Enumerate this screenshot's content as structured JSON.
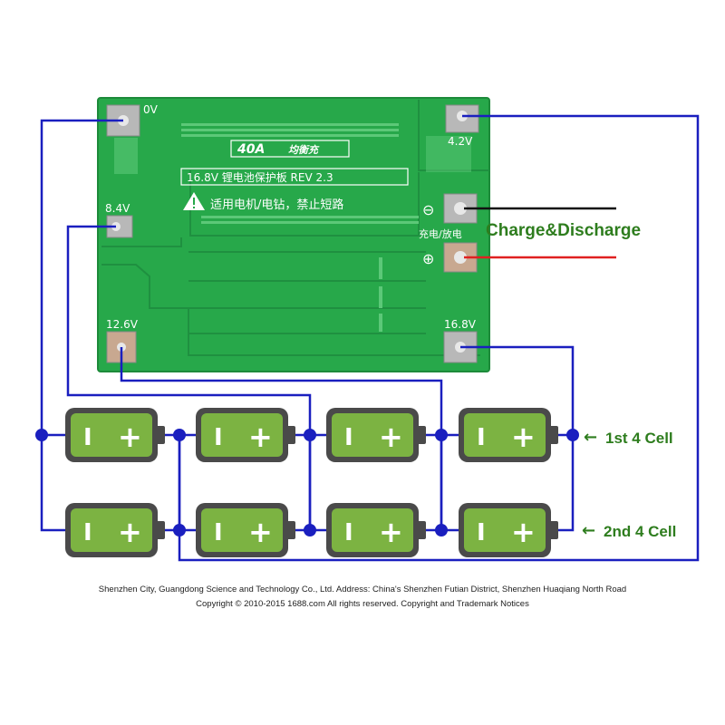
{
  "board": {
    "current_rating": "40A",
    "balance_label": "均衡充",
    "title": "16.8V 锂电池保护板 REV 2.3",
    "warning_text": "适用电机/电钻，禁止短路",
    "charge_discharge_cn": "充电/放电",
    "minus_symbol": "⊖",
    "plus_symbol": "⊕",
    "terminals": {
      "t0v": "0V",
      "t4_2v": "4.2V",
      "t8_4v": "8.4V",
      "t12_6v": "12.6V",
      "t16_8v": "16.8V"
    }
  },
  "labels": {
    "charge_discharge": "Charge&Discharge",
    "cell_group_1": "1st 4 Cell",
    "cell_group_2": "2nd 4 Cell",
    "arrow": "←"
  },
  "battery": {
    "minus_sign": "I",
    "plus_sign": "+"
  },
  "colors": {
    "wire": "#1a1fbf",
    "board_green": "#27a84a",
    "battery_body": "#7cb342",
    "label_green": "#2e7d1e",
    "positive_wire": "#e02020",
    "negative_wire": "#111111"
  },
  "footer": {
    "line1": "Shenzhen City, Guangdong Science and Technology Co., Ltd. Address: China's Shenzhen Futian District, Shenzhen Huaqiang North Road",
    "line2": "Copyright © 2010-2015 1688.com All rights reserved. Copyright and Trademark Notices"
  }
}
